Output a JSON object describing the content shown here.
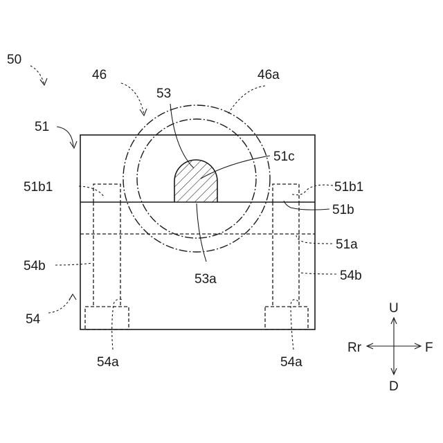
{
  "labels": {
    "fig_50": "50",
    "ref_46": "46",
    "ref_46a": "46a",
    "ref_53": "53",
    "ref_51": "51",
    "ref_51c": "51c",
    "ref_51b1_left": "51b1",
    "ref_51b1_right": "51b1",
    "ref_51b": "51b",
    "ref_51a": "51a",
    "ref_54b_left": "54b",
    "ref_54b_right": "54b",
    "ref_53a": "53a",
    "ref_54": "54",
    "ref_54a_left": "54a",
    "ref_54a_right": "54a"
  },
  "directions": {
    "up": "U",
    "down": "D",
    "rear": "Rr",
    "front": "F"
  }
}
